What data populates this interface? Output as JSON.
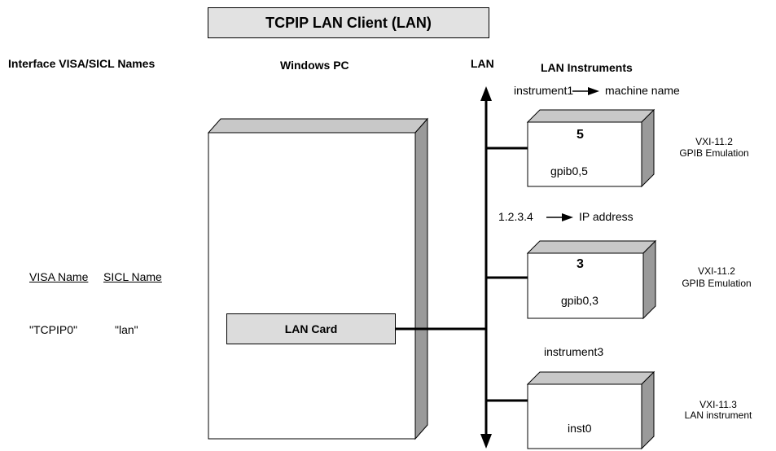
{
  "title": "TCPIP LAN Client  (LAN)",
  "headers": {
    "interface_names": "Interface VISA/SICL Names",
    "windows_pc": "Windows PC",
    "lan": "LAN",
    "lan_instruments": "LAN Instruments"
  },
  "interface": {
    "visa_header": "VISA Name",
    "sicl_header": "SICL Name",
    "visa_value": "\"TCPIP0\"",
    "sicl_value": "\"lan\""
  },
  "lan_card": "LAN Card",
  "annotations": {
    "instr1_left": "instrument1",
    "instr1_right": "machine name",
    "ip_left": "1.2.3.4",
    "ip_right": "IP address",
    "instr3": "instrument3"
  },
  "instruments": [
    {
      "addr": "5",
      "name": "gpib0,5",
      "type": "VXI-11.2",
      "desc": "GPIB Emulation"
    },
    {
      "addr": "3",
      "name": "gpib0,3",
      "type": "VXI-11.2",
      "desc": "GPIB Emulation"
    },
    {
      "addr": "",
      "name": "inst0",
      "type": "VXI-11.3",
      "desc": "LAN instrument"
    }
  ]
}
